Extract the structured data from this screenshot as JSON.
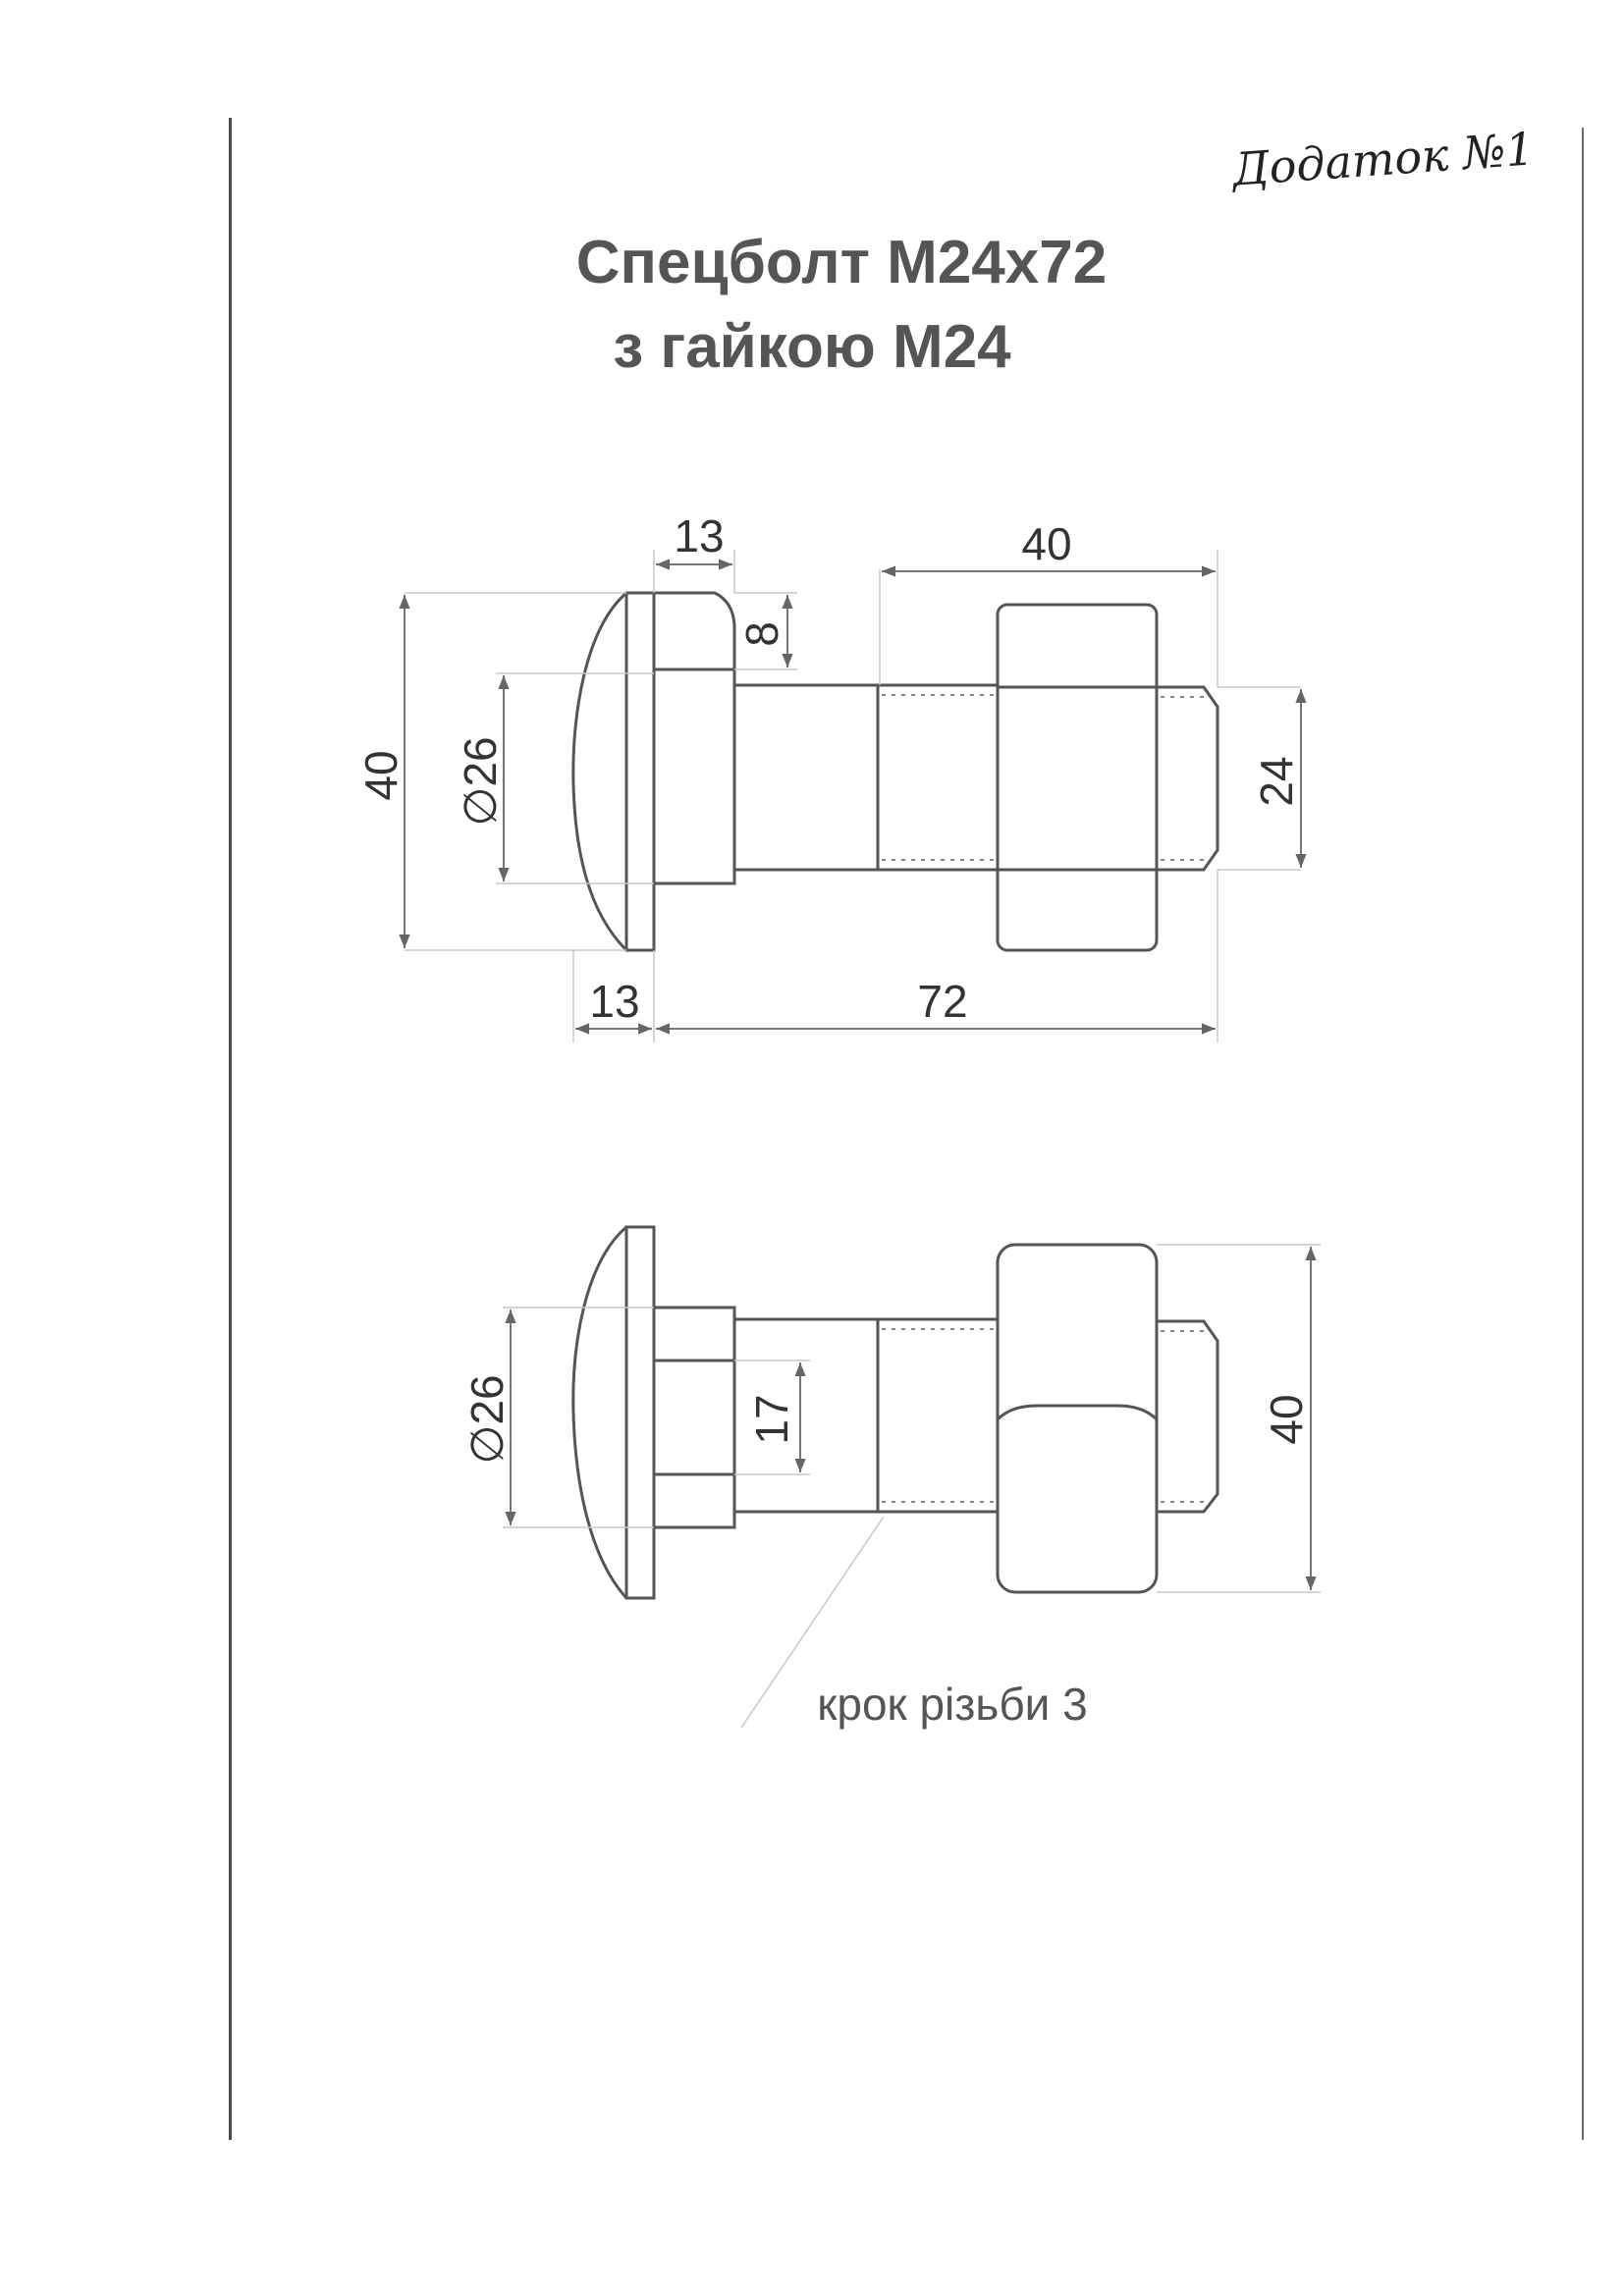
{
  "annex_label": "Додаток №1",
  "title": {
    "line1": "Спецболт М24х72",
    "line2": "з гайкою М24"
  },
  "top_view": {
    "dims": {
      "head_depth_top": "13",
      "nut_width": "40",
      "neck_height": "8",
      "head_height": "40",
      "head_diameter": "∅26",
      "thread_diameter": "24",
      "head_depth_bottom": "13",
      "total_length": "72"
    }
  },
  "bottom_view": {
    "dims": {
      "head_diameter": "∅26",
      "neck_width": "17",
      "nut_height": "40"
    }
  },
  "thread_note": "крок різьби 3"
}
